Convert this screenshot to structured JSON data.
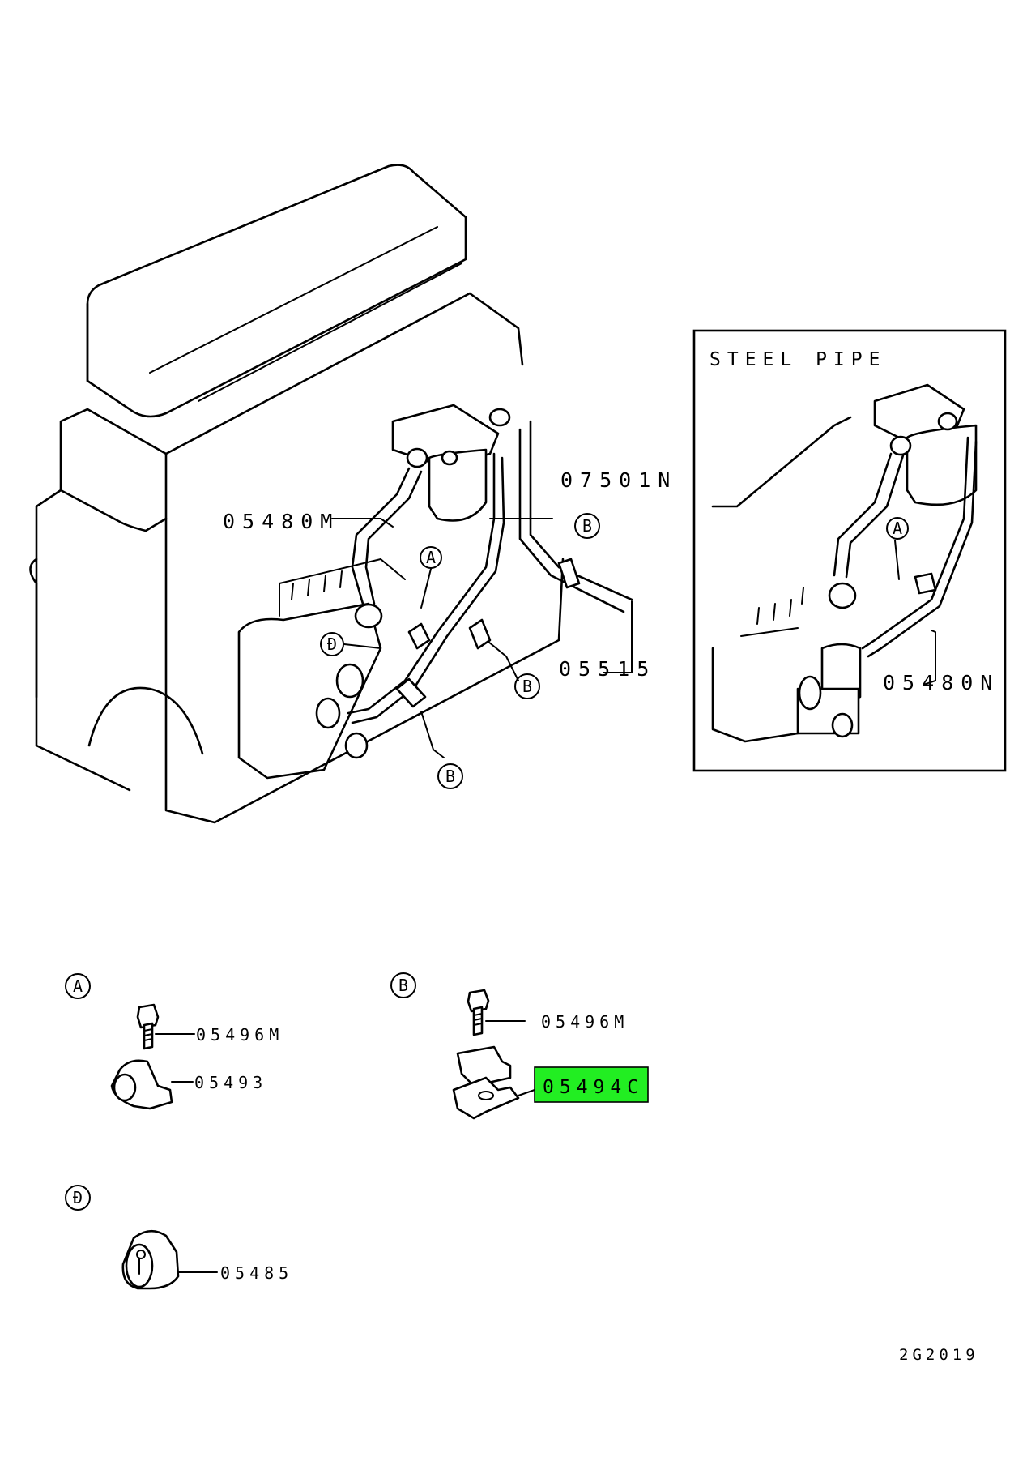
{
  "inset": {
    "title": "STEEL PIPE"
  },
  "callouts": {
    "A": "A",
    "B": "B",
    "D": "Đ"
  },
  "parts": {
    "p07501N": "07501N",
    "p05480M": "05480M",
    "p05515": "05515",
    "p05480N": "05480N",
    "p05496M_a": "05496M",
    "p05493": "05493",
    "p05496M_b": "05496M",
    "p05494C": "05494C",
    "p05485": "05485"
  },
  "highlight": {
    "part": "05494C",
    "color": "#22ee22"
  },
  "drawing_number": "2G2019"
}
